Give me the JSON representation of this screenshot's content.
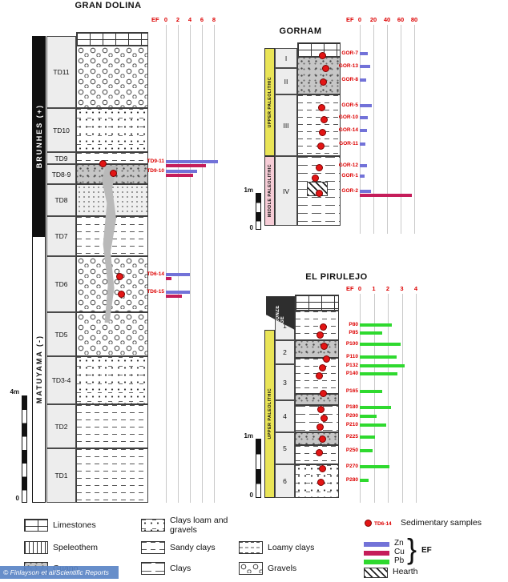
{
  "watermark": "© Finlayson et al/Scientific Reports",
  "colors": {
    "zn": "#7272d8",
    "cu": "#c51d5a",
    "pb": "#2fd92f",
    "sample_dot": "#e31515",
    "ef_text": "#dd0000",
    "upper_paleolithic": "#e9e457",
    "middle_paleolithic": "#f6ccd6",
    "bronze_age": "#2e2e2e"
  },
  "sites": {
    "gran_dolina": {
      "title": "GRAN DOLINA",
      "ef_label": "EF",
      "ef_ticks": [
        "0",
        "2",
        "4",
        "6",
        "8"
      ],
      "ef_max": 8,
      "chron_bars": [
        {
          "label": "BRUNHES (+)"
        },
        {
          "label": "MATUYAMA (-)"
        }
      ],
      "units": [
        {
          "label": "TD11"
        },
        {
          "label": "TD10"
        },
        {
          "label": "TD9"
        },
        {
          "label": "TD8-9"
        },
        {
          "label": "TD8"
        },
        {
          "label": "TD7"
        },
        {
          "label": "TD6"
        },
        {
          "label": "TD5"
        },
        {
          "label": "TD3-4"
        },
        {
          "label": "TD2"
        },
        {
          "label": "TD1"
        }
      ],
      "scale": {
        "top": "4m",
        "bottom": "0"
      },
      "samples": [
        {
          "label": "TD9-11",
          "zn": 8.6,
          "cu": 6.6
        },
        {
          "label": "TD9-10",
          "zn": 5.2,
          "cu": 4.5
        },
        {
          "label": "TD6-14",
          "zn": 4.0,
          "cu": 0.9
        },
        {
          "label": "TD6-15",
          "zn": 4.0,
          "cu": 2.7
        }
      ]
    },
    "gorham": {
      "title": "GORHAM",
      "ef_label": "EF",
      "ef_ticks": [
        "0",
        "20",
        "40",
        "60",
        "80"
      ],
      "ef_max": 80,
      "epochs": [
        {
          "label": "UPPER PALEOLITHIC"
        },
        {
          "label": "MIDDLE PALEOLITHIC"
        }
      ],
      "units": [
        {
          "label": "I"
        },
        {
          "label": "II"
        },
        {
          "label": "III"
        },
        {
          "label": "IV"
        }
      ],
      "scale": {
        "top": "1m",
        "bottom": "0"
      },
      "samples": [
        {
          "label": "GOR-7",
          "zn": 12
        },
        {
          "label": "GOR-13",
          "zn": 15
        },
        {
          "label": "GOR-8",
          "zn": 9
        },
        {
          "label": "GOR-5",
          "zn": 17
        },
        {
          "label": "GOR-10",
          "zn": 12
        },
        {
          "label": "GOR-14",
          "zn": 10
        },
        {
          "label": "GOR-11",
          "zn": 8
        },
        {
          "label": "GOR-12",
          "zn": 10
        },
        {
          "label": "GOR-1",
          "zn": 7
        },
        {
          "label": "GOR-2",
          "zn": 16,
          "cu": 76
        }
      ]
    },
    "el_pirulejo": {
      "title": "EL PIRULEJO",
      "ef_label": "EF",
      "ef_ticks": [
        "0",
        "1",
        "2",
        "3",
        "4"
      ],
      "ef_max": 4,
      "epochs": [
        {
          "label": "BRONZE AGE"
        },
        {
          "label": "UPPER PALEOLITHIC"
        }
      ],
      "units": [
        {
          "label": "1"
        },
        {
          "label": "2"
        },
        {
          "label": "3"
        },
        {
          "label": "4"
        },
        {
          "label": "5"
        },
        {
          "label": "6"
        }
      ],
      "scale": {
        "top": "1m",
        "bottom": "0"
      },
      "samples": [
        {
          "label": "P80",
          "pb": 2.3
        },
        {
          "label": "P85",
          "pb": 1.6
        },
        {
          "label": "P100",
          "pb": 2.9
        },
        {
          "label": "P110",
          "pb": 2.6
        },
        {
          "label": "P132",
          "pb": 3.2
        },
        {
          "label": "P140",
          "pb": 2.7
        },
        {
          "label": "P165",
          "pb": 1.6
        },
        {
          "label": "P180",
          "pb": 2.2
        },
        {
          "label": "P200",
          "pb": 1.2
        },
        {
          "label": "P210",
          "pb": 1.9
        },
        {
          "label": "P225",
          "pb": 1.1
        },
        {
          "label": "P250",
          "pb": 0.9
        },
        {
          "label": "P270",
          "pb": 2.1
        },
        {
          "label": "P280",
          "pb": 0.6
        }
      ]
    }
  },
  "legend": {
    "items": [
      {
        "label": "Limestones",
        "pattern": "brick"
      },
      {
        "label": "Speleothem",
        "pattern": "vlines"
      },
      {
        "label": "Guano",
        "pattern": "guano"
      },
      {
        "label": "Clays loam and gravels",
        "pattern": "dotdash"
      },
      {
        "label": "Sandy clays",
        "pattern": "sandy"
      },
      {
        "label": "Clays",
        "pattern": "clay"
      },
      {
        "label": "Loamy clays",
        "pattern": "loamy"
      },
      {
        "label": "Gravels",
        "pattern": "gravel"
      },
      {
        "label": "Hearth",
        "pattern": "hearth"
      }
    ],
    "sample_tag": "TD6-14",
    "sample_text": "Sedimentary samples",
    "series": [
      {
        "label": "Zn",
        "key": "zn"
      },
      {
        "label": "Cu",
        "key": "cu"
      },
      {
        "label": "Pb",
        "key": "pb"
      }
    ],
    "bracket_label": "EF"
  }
}
